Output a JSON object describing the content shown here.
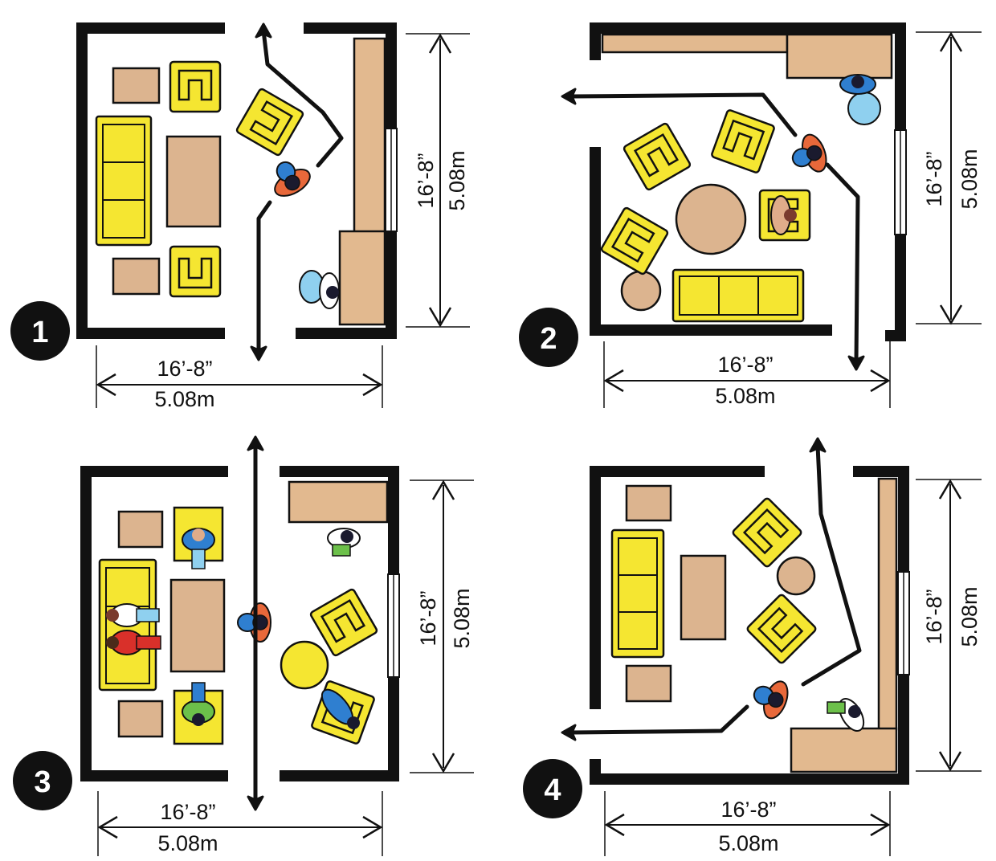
{
  "panels": [
    {
      "number": "1",
      "width_ft": "16’-8”",
      "width_m": "5.08m",
      "height_ft": "16’-8”",
      "height_m": "5.08m"
    },
    {
      "number": "2",
      "width_ft": "16’-8”",
      "width_m": "5.08m",
      "height_ft": "16’-8”",
      "height_m": "5.08m"
    },
    {
      "number": "3",
      "width_ft": "16’-8”",
      "width_m": "5.08m",
      "height_ft": "16’-8”",
      "height_m": "5.08m"
    },
    {
      "number": "4",
      "width_ft": "16’-8”",
      "width_m": "5.08m",
      "height_ft": "16’-8”",
      "height_m": "5.08m"
    }
  ],
  "colors": {
    "wall": "#111111",
    "furniture_yellow": "#f5e631",
    "furniture_tan": "#dcb48f",
    "counter_tan": "#e2b98f",
    "person_orange": "#e8683a",
    "person_blue": "#2f7fd0",
    "person_red": "#d9302a",
    "person_green": "#6cc04a",
    "chair_blue": "#8fd0ef",
    "skin": "#e0ac8a",
    "badge": "#111111"
  }
}
